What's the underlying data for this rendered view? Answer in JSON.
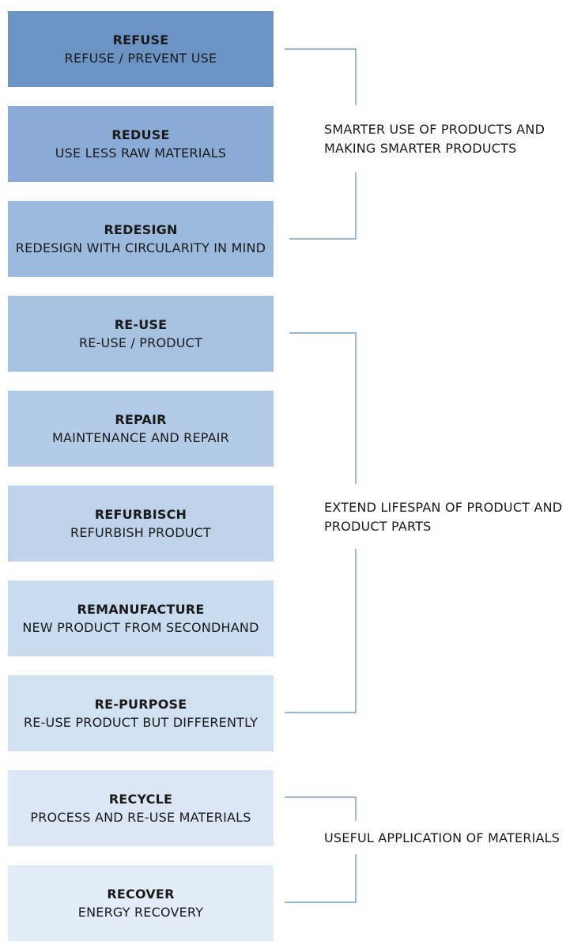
{
  "steps": [
    {
      "title": "REFUSE",
      "subtitle": "REFUSE / PREVENT USE",
      "color": "#6b93c4"
    },
    {
      "title": "REDUSE",
      "subtitle": "USE LESS RAW MATERIALS",
      "color": "#89abd5"
    },
    {
      "title": "REDESIGN",
      "subtitle": "REDESIGN WITH CIRCULARITY IN MIND",
      "color": "#9bbade"
    },
    {
      "title": "RE-USE",
      "subtitle": "RE-USE / PRODUCT",
      "color": "#a7c1e1"
    },
    {
      "title": "REPAIR",
      "subtitle": "MAINTENANCE AND REPAIR",
      "color": "#b3cbe6"
    },
    {
      "title": "REFURBISCH",
      "subtitle": "REFURBISH PRODUCT",
      "color": "#bed3ea"
    },
    {
      "title": "REMANUFACTURE",
      "subtitle": "NEW PRODUCT FROM SECONDHAND",
      "color": "#c9dbee"
    },
    {
      "title": "RE-PURPOSE",
      "subtitle": "RE-USE PRODUCT BUT DIFFERENTLY",
      "color": "#d2e1f1"
    },
    {
      "title": "RECYCLE",
      "subtitle": "PROCESS AND RE-USE MATERIALS",
      "color": "#dbe7f4"
    },
    {
      "title": "RECOVER",
      "subtitle": "ENERGY RECOVERY",
      "color": "#e3edf7"
    }
  ],
  "groups": [
    {
      "line1": "SMARTER USE OF PRODUCTS AND",
      "line2": "MAKING SMARTER PRODUCTS"
    },
    {
      "line1": "EXTEND LIFESPAN OF PRODUCT AND",
      "line2": "PRODUCT PARTS"
    },
    {
      "line1": "USEFUL APPLICATION OF MATERIALS",
      "line2": ""
    }
  ],
  "connector_color": "#7aa0cc"
}
